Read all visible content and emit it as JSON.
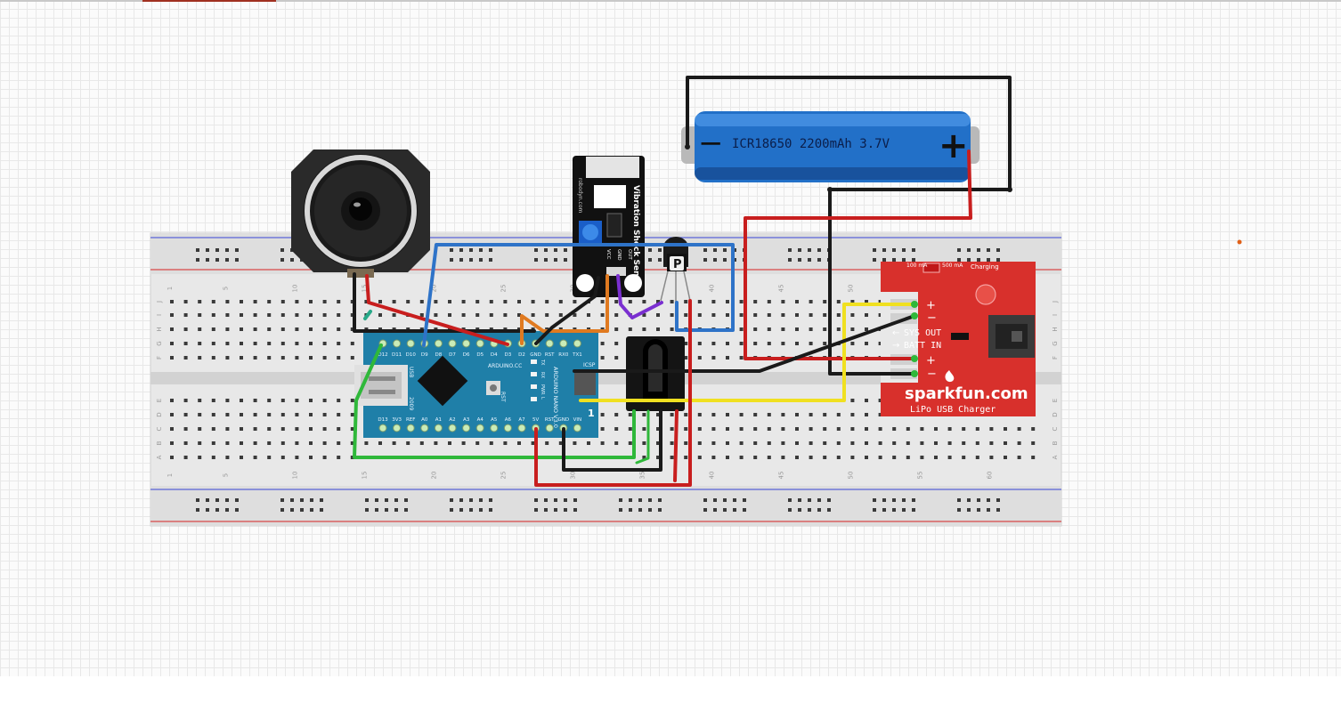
{
  "breadboard": {
    "column_numbers": [
      "1",
      "5",
      "10",
      "15",
      "20",
      "25",
      "30",
      "35",
      "40",
      "45",
      "50",
      "55",
      "60"
    ],
    "row_letters_top": [
      "J",
      "I",
      "H",
      "G",
      "F"
    ],
    "row_letters_bottom": [
      "E",
      "D",
      "C",
      "B",
      "A"
    ]
  },
  "battery": {
    "label": "ICR18650 2200mAh 3.7V",
    "minus": "−",
    "plus": "+"
  },
  "vibration_sensor": {
    "title": "Vibration Shock Sensor",
    "brand": "robodyn.com",
    "pins": [
      "VCC",
      "GND",
      "OUT"
    ]
  },
  "arduino": {
    "top_pins": [
      "D12",
      "D11",
      "D10",
      "D9",
      "D8",
      "D7",
      "D6",
      "D5",
      "D4",
      "D3",
      "D2",
      "GND",
      "RST",
      "RX0",
      "TX1"
    ],
    "bottom_pins": [
      "D13",
      "3V3",
      "REF",
      "A0",
      "A1",
      "A2",
      "A3",
      "A4",
      "A5",
      "A6",
      "A7",
      "5V",
      "RST",
      "GND",
      "VIN"
    ],
    "brand": "ARDUINO.CC",
    "model": "ARDUINO NANO V3.0",
    "leds": [
      "TX",
      "RX",
      "PWR",
      "L"
    ],
    "reset": "RST",
    "icsp": "ICSP",
    "usb": "USB",
    "year": "2009",
    "pin1": "1"
  },
  "transistor": {
    "label": "P"
  },
  "charger": {
    "brand": "sparkfun.com",
    "name": "LiPo USB Charger",
    "charging": "Charging",
    "mode_100": "100 mA",
    "mode_500": "500 mA",
    "sys_out": "SYS OUT",
    "batt_in": "BATT IN",
    "plus": "+",
    "minus": "−"
  },
  "colors": {
    "wire_red": "#c81e1e",
    "wire_black": "#1a1a1a",
    "wire_blue": "#2e73c8",
    "wire_green": "#2fb83a",
    "wire_yellow": "#f0e020",
    "wire_orange": "#e07a20",
    "wire_purple": "#7a2fd0",
    "arduino_board": "#1f7fa8",
    "charger_board": "#d8302c",
    "battery_body": "#2270c8"
  }
}
